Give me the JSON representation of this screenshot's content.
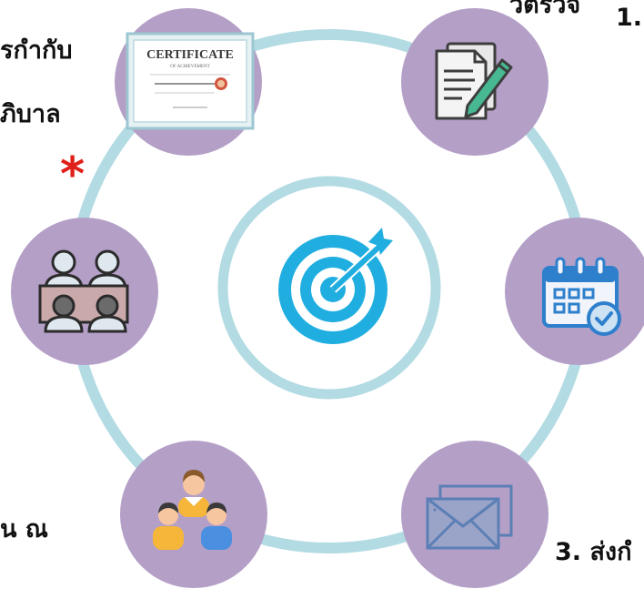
{
  "labels": {
    "top_left_1": "วตรวจ",
    "top_left_2": "รกำกับ",
    "top_left_3": "ภิบาล",
    "bottom_left": "น ณ",
    "top_right": "1.",
    "bottom_right": "3. ส่งกํ"
  },
  "certificate": {
    "title": "CERTIFICATE",
    "subtitle": "OF ACHIEVEMENT"
  },
  "mark": "*",
  "colors": {
    "ring": "#b3dbe3",
    "circle": "#b49fc7",
    "accent": "#20aee0",
    "star": "#e0201a"
  },
  "icons": [
    "certificate-icon",
    "document-pen-icon",
    "calendar-check-icon",
    "envelope-icon",
    "team-icon",
    "meeting-icon",
    "target-icon"
  ]
}
